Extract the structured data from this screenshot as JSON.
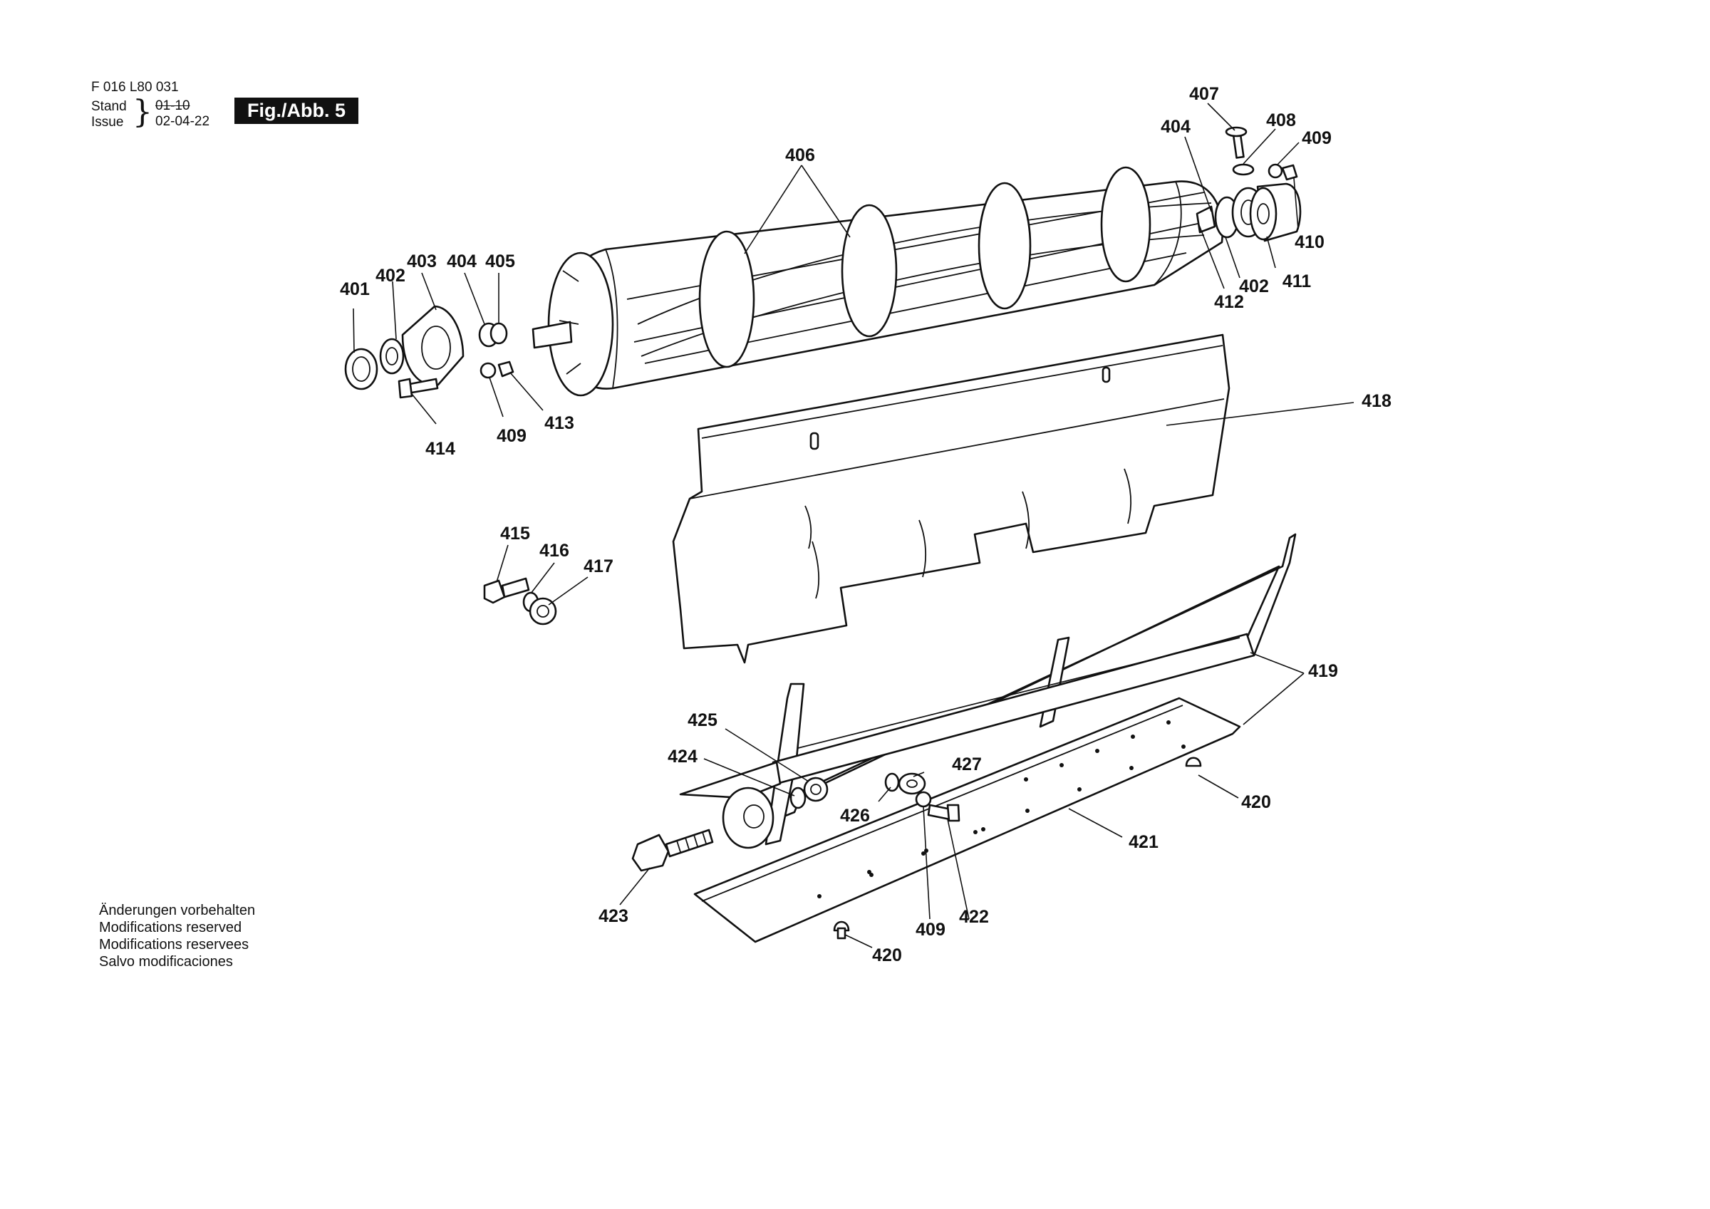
{
  "header": {
    "doc_code": "F 016 L80 031",
    "stand_label": "Stand",
    "issue_label": "Issue",
    "old_date": "01-10",
    "issue_date": "02-04-22",
    "figure_badge": "Fig./Abb. 5"
  },
  "disclaimer": {
    "lines": [
      "Änderungen vorbehalten",
      "Modifications reserved",
      "Modifications reservees",
      "Salvo modificaciones"
    ]
  },
  "part_labels": {
    "p401": "401",
    "p402a": "402",
    "p403": "403",
    "p404a": "404",
    "p405": "405",
    "p406": "406",
    "p407": "407",
    "p404b": "404",
    "p408": "408",
    "p409a": "409",
    "p410": "410",
    "p411": "411",
    "p402b": "402",
    "p412": "412",
    "p414": "414",
    "p409b": "409",
    "p413": "413",
    "p418": "418",
    "p415": "415",
    "p416": "416",
    "p417": "417",
    "p419": "419",
    "p425": "425",
    "p424": "424",
    "p427": "427",
    "p426": "426",
    "p420a": "420",
    "p421": "421",
    "p423": "423",
    "p409c": "409",
    "p422": "422",
    "p420b": "420"
  }
}
